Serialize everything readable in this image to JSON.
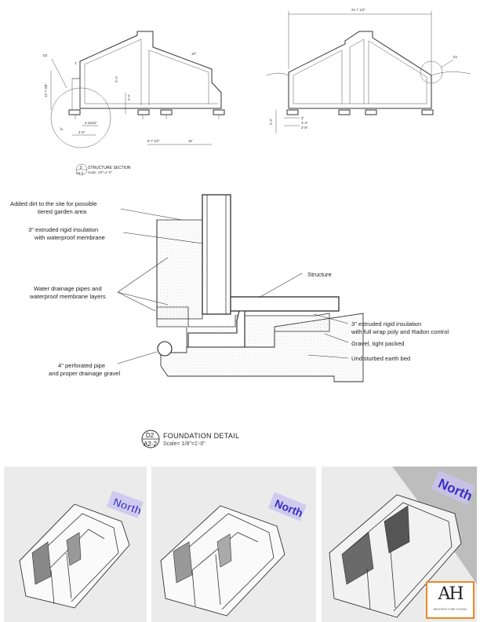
{
  "sections": {
    "left_label": "D2",
    "right_label": "D1",
    "dim_top": "21'-7 1/2\"",
    "dim_height": "12'-7 3/8\"",
    "dim_mid": "2'-4\"",
    "dim_mid2": "2'-4\"",
    "dim_side": "1'",
    "dim_footing_a": "3 15/16\"",
    "dim_footing_b": "2'-6\"",
    "dim_base_a": "5'-7 1/2\"",
    "dim_base_b": "15'",
    "dim_r1": "2'-4\"",
    "dim_r2": "3\"",
    "dim_r3": "3'-4\"",
    "dim_r4": "2'-8\"",
    "dim_small": "10\"",
    "title_num": "3",
    "title_sheet": "A2-2",
    "title_text": "STRUCTURE SECTION",
    "title_scale": "Scale: 1/8\"=1'-0\""
  },
  "detail": {
    "notes": {
      "added_dirt_1": "Added dirt to the site for possible",
      "added_dirt_2": "tiered garden area",
      "ins_1": "3\" extruded rigid insulation",
      "ins_2": "with waterproof membrane",
      "water_1": "Water drainage pipes and",
      "water_2": "waterproof membrane layers",
      "structure": "Structure",
      "ins2_1": "3\" extruded rigid insulation",
      "ins2_2": "with full wrap poly and Radon control",
      "gravel": "Gravel, tight packed",
      "earth": "Undisturbed earth bed",
      "pipe_1": "4\" perforated pipe",
      "pipe_2": "and proper drainage gravel"
    },
    "title_num": "D2",
    "title_sheet": "A2-2",
    "title_text": "FOUNDATION DETAIL",
    "title_scale": "Scale= 1/8\"=1'-0\""
  },
  "renders": {
    "label": "North"
  },
  "logo": {
    "mark": "AH",
    "caption": "ARCHITECTURE STUDIO"
  }
}
